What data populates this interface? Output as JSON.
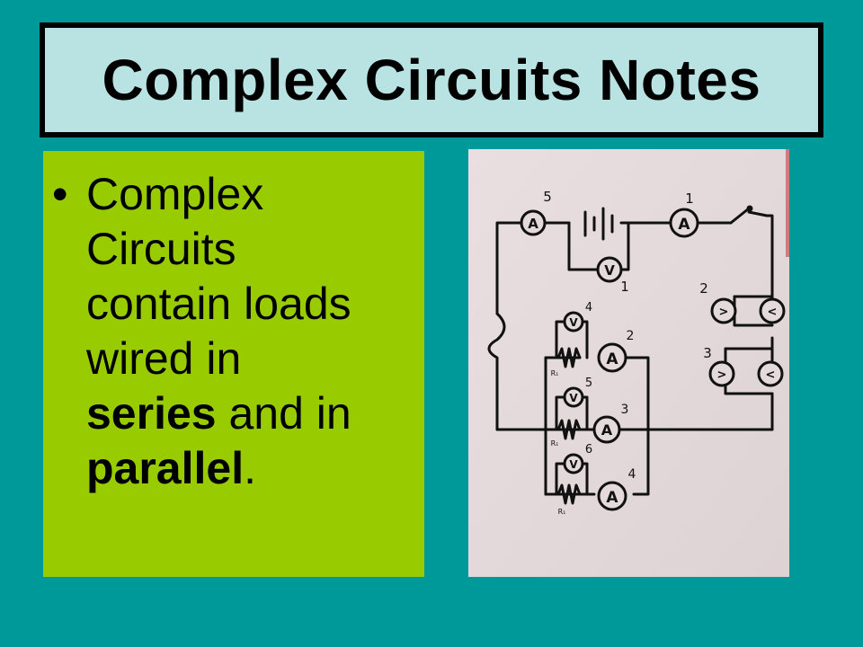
{
  "slide": {
    "title": "Complex Circuits Notes",
    "bullet": {
      "marker": "•",
      "line1": "Complex",
      "line2": "Circuits",
      "line3": "contain loads",
      "line4": "wired in",
      "series_word": "series",
      "line5_rest": " and in",
      "parallel_word": "parallel",
      "end_punct": "."
    }
  },
  "diagram": {
    "labels": {
      "a5": "5",
      "a1": "1",
      "v1": "1",
      "v4": "4",
      "a2_meter": "2",
      "v5": "5",
      "a3_meter": "3",
      "v6": "6",
      "a4_meter": "4",
      "lamp2": "2",
      "lamp3": "3",
      "r1a": "R₁",
      "r1b": "R₁",
      "r1c": "R₁",
      "ammeter": "A",
      "voltmeter": "V"
    }
  },
  "colors": {
    "background": "#009999",
    "title_fill": "#b9e3e3",
    "bullet_fill": "#99cc00",
    "photo_paper": "#e4dadb",
    "ink": "#111111"
  }
}
